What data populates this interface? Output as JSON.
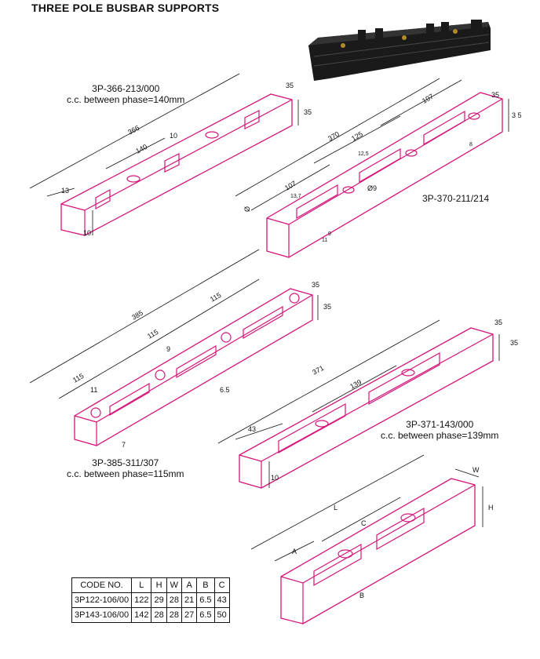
{
  "title": "THREE POLE BUSBAR SUPPORTS",
  "drawings": [
    {
      "code": "3P-366-213/000",
      "note": "c.c. between phase=140mm",
      "dims": {
        "length": "366",
        "pitch": "140",
        "slot": "10",
        "end": "13",
        "height": "35",
        "width": "35",
        "depth": "10"
      }
    },
    {
      "code": "3P-370-211/214",
      "note": "",
      "dims": {
        "length": "370",
        "span": "125",
        "pitch_a": "107",
        "pitch_b": "107",
        "hole": "Ø9",
        "slot_w": "13,7",
        "slot_s": "12,5",
        "n11": "11",
        "n9": "9",
        "n8": "8",
        "height": "3 5",
        "width": "35",
        "ld": "Ø"
      }
    },
    {
      "code": "3P-385-311/307",
      "note": "c.c. between phase=115mm",
      "dims": {
        "length": "385",
        "p1": "115",
        "p2": "115",
        "p3": "115",
        "n11": "11",
        "n9": "9",
        "n65": "6.5",
        "n7": "7",
        "height": "35",
        "width": "35"
      }
    },
    {
      "code": "3P-371-143/000",
      "note": "c.c. between phase=139mm",
      "dims": {
        "length": "371",
        "pitch": "139",
        "end": "43",
        "depth": "10",
        "height": "35",
        "width": "35"
      }
    },
    {
      "code": "",
      "note": "",
      "dims": {
        "L": "L",
        "C": "C",
        "A": "A",
        "B": "B",
        "W": "W",
        "H": "H"
      }
    }
  ],
  "table": {
    "headers": [
      "CODE NO.",
      "L",
      "H",
      "W",
      "A",
      "B",
      "C"
    ],
    "rows": [
      [
        "3P122-106/00",
        "122",
        "29",
        "28",
        "21",
        "6.5",
        "43"
      ],
      [
        "3P143-106/00",
        "142",
        "28",
        "28",
        "27",
        "6.5",
        "50"
      ]
    ]
  },
  "colors": {
    "outline": "#d4147a",
    "photo": "#1a1a1a"
  }
}
